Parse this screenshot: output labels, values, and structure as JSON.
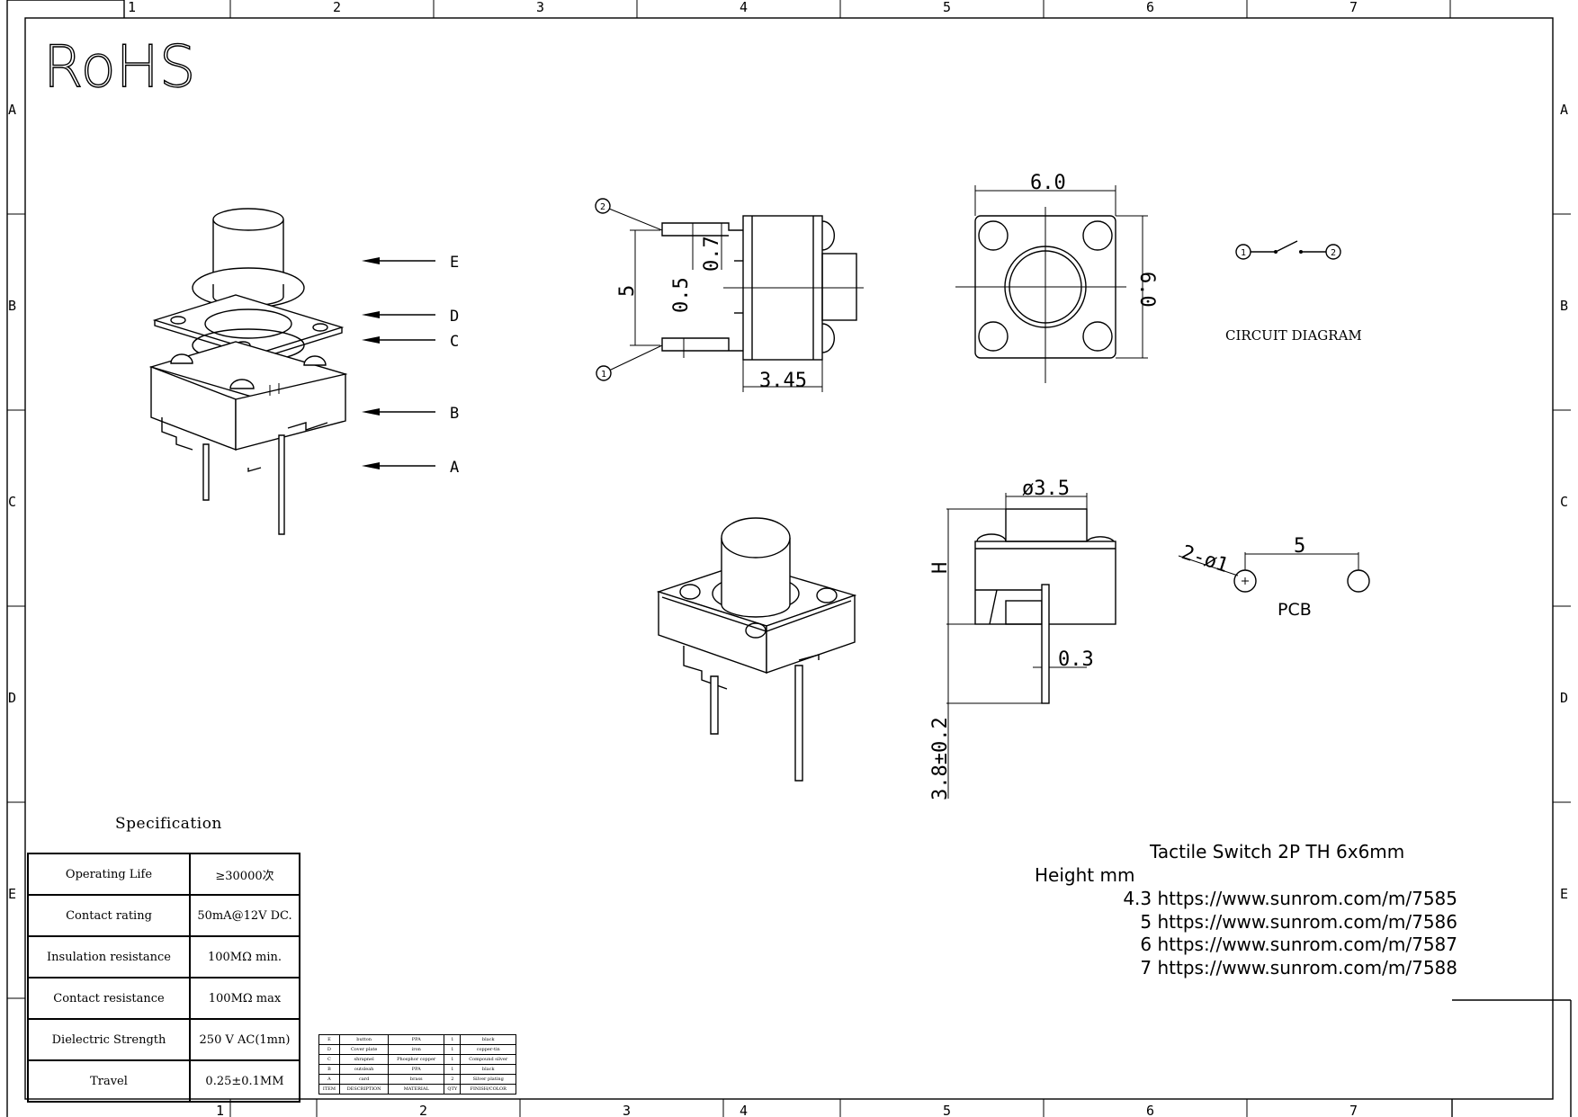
{
  "rohs": "RoHS",
  "border": {
    "columns": [
      "1",
      "2",
      "3",
      "4",
      "5",
      "6",
      "7"
    ],
    "rows": [
      "A",
      "B",
      "C",
      "D",
      "E"
    ]
  },
  "parts_callouts": [
    "E",
    "D",
    "C",
    "B",
    "A"
  ],
  "dimensions": {
    "pin_spacing": "5",
    "pin_thickness": "0.7",
    "pin_offset": "0.5",
    "body_depth": "3.45",
    "width": "6.0",
    "depth": "6.0",
    "actuator_dia": "ø3.5",
    "height": "H",
    "lead_thickness": "0.3",
    "lead_length": "3.8±0.2",
    "pin_label_1": "1",
    "pin_label_2": "2"
  },
  "circuit": {
    "title": "CIRCUIT DIAGRAM",
    "pin1": "1",
    "pin2": "2"
  },
  "pcb": {
    "title": "PCB",
    "holes": "2-ø1",
    "spacing": "5"
  },
  "spec": {
    "title": "Specification",
    "rows": [
      {
        "key": "Operating Life",
        "value": "≥30000次"
      },
      {
        "key": "Contact rating",
        "value": "50mA@12V DC."
      },
      {
        "key": "Insulation resistance",
        "value": "100MΩ  min."
      },
      {
        "key": "Contact resistance",
        "value": "100MΩ  max"
      },
      {
        "key": "Dielectric Strength",
        "value": "250 V AC(1mn)"
      },
      {
        "key": "Travel",
        "value": "0.25±0.1MM"
      }
    ]
  },
  "bom": {
    "rows": [
      [
        "E",
        "button",
        "PPA",
        "1",
        "black"
      ],
      [
        "D",
        "Cover plate",
        "iron",
        "1",
        "copper-tin"
      ],
      [
        "C",
        "shrapnel",
        "Phosphor copper",
        "1",
        "Compound silver"
      ],
      [
        "B",
        "outsleah",
        "PPA",
        "1",
        "black"
      ],
      [
        "A",
        "card",
        "brass",
        "2",
        "Silver plating"
      ]
    ],
    "header": [
      "ITEM",
      "DESCRIPTION",
      "MATERIAL",
      "QTY",
      "FINISH/COLOR"
    ]
  },
  "product": {
    "title": "Tactile Switch 2P TH 6x6mm",
    "height_label": "Height mm",
    "links": [
      {
        "height": "4.3",
        "url": "https://www.sunrom.com/m/7585"
      },
      {
        "height": "5",
        "url": "https://www.sunrom.com/m/7586"
      },
      {
        "height": "6",
        "url": "https://www.sunrom.com/m/7587"
      },
      {
        "height": "7",
        "url": "https://www.sunrom.com/m/7588"
      }
    ]
  }
}
